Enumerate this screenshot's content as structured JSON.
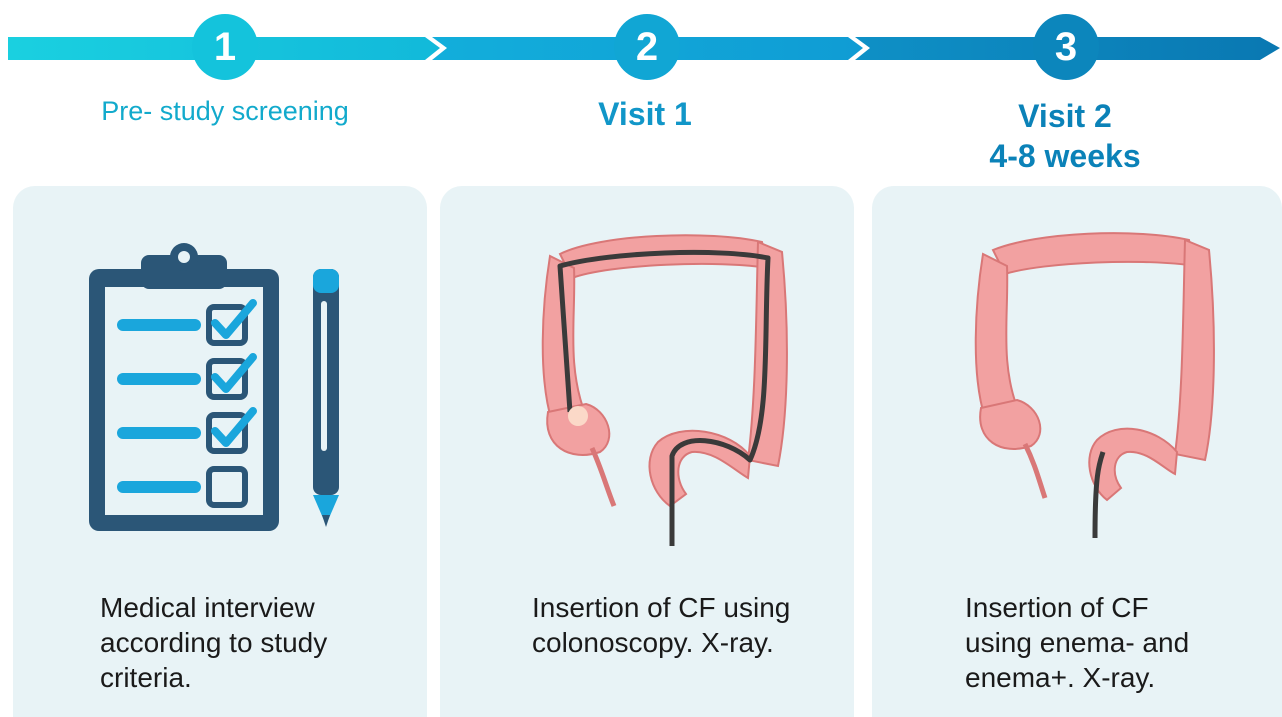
{
  "steps": [
    {
      "number": "1",
      "title": "Pre- study screening",
      "color": "#14c3dc"
    },
    {
      "number": "2",
      "title": "Visit 1",
      "color": "#11a6d4"
    },
    {
      "number": "3",
      "title": "Visit 2",
      "subtitle": "4-8 weeks",
      "color": "#0c86bc"
    }
  ],
  "cards": [
    {
      "text": "Medical interview\naccording to study\ncriteria.",
      "icon": "clipboard-checklist-icon"
    },
    {
      "text": "Insertion of CF using\ncolonoscopy. X-ray.",
      "icon": "colon-with-colonoscope-icon"
    },
    {
      "text": "Insertion of CF\nusing enema- and\nenema+. X-ray.",
      "icon": "colon-with-enema-tube-icon"
    }
  ],
  "colors": {
    "card_bg": "#e8f3f6",
    "clipboard": "#2b5677",
    "check_blue": "#1aa6dc",
    "colon": "#f2a1a1",
    "scope": "#3a3a3a"
  }
}
